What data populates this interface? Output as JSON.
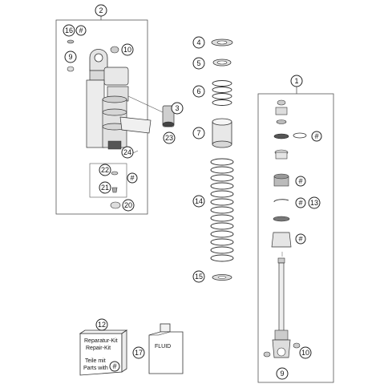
{
  "callouts": {
    "c2": "2",
    "c1": "1",
    "c16": "16",
    "c16h": "#",
    "c9a": "9",
    "c10a": "10",
    "c3": "3",
    "c23": "23",
    "c24": "24",
    "c22": "22",
    "c22h": "#",
    "c21": "21",
    "c20": "20",
    "c4": "4",
    "c5": "5",
    "c6": "6",
    "c7": "7",
    "c14": "14",
    "c15": "15",
    "h1": "#",
    "h2": "#",
    "h3": "#",
    "h4": "#",
    "c13": "13",
    "c10b": "10",
    "c9b": "9",
    "c12": "12",
    "c17": "17"
  },
  "repair_kit": {
    "line1": "Reparatur-Kit",
    "line2": "Repair-Kit",
    "line3": "Teile mit",
    "line4": "Parts with",
    "hash": "#"
  },
  "fluid_label": "FLUID"
}
